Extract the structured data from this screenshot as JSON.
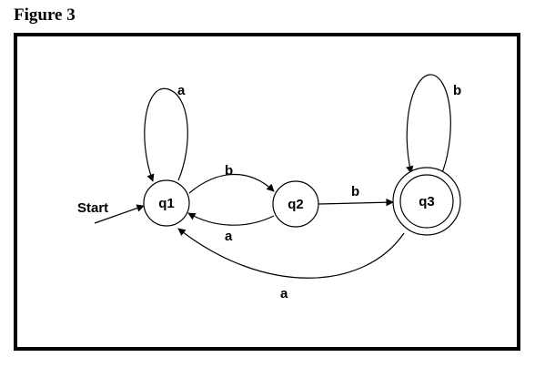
{
  "figure": {
    "title": "Figure 3"
  },
  "diagram": {
    "start_label": "Start",
    "states": [
      {
        "id": "q1",
        "label": "q1",
        "accepting": false,
        "initial": true
      },
      {
        "id": "q2",
        "label": "q2",
        "accepting": false,
        "initial": false
      },
      {
        "id": "q3",
        "label": "q3",
        "accepting": true,
        "initial": false
      }
    ],
    "transitions": [
      {
        "from": "q1",
        "to": "q1",
        "label": "a"
      },
      {
        "from": "q1",
        "to": "q2",
        "label": "b"
      },
      {
        "from": "q2",
        "to": "q1",
        "label": "a"
      },
      {
        "from": "q2",
        "to": "q3",
        "label": "b"
      },
      {
        "from": "q3",
        "to": "q3",
        "label": "b"
      },
      {
        "from": "q3",
        "to": "q1",
        "label": "a"
      }
    ]
  },
  "colors": {
    "stroke": "#000000",
    "background": "#ffffff"
  }
}
